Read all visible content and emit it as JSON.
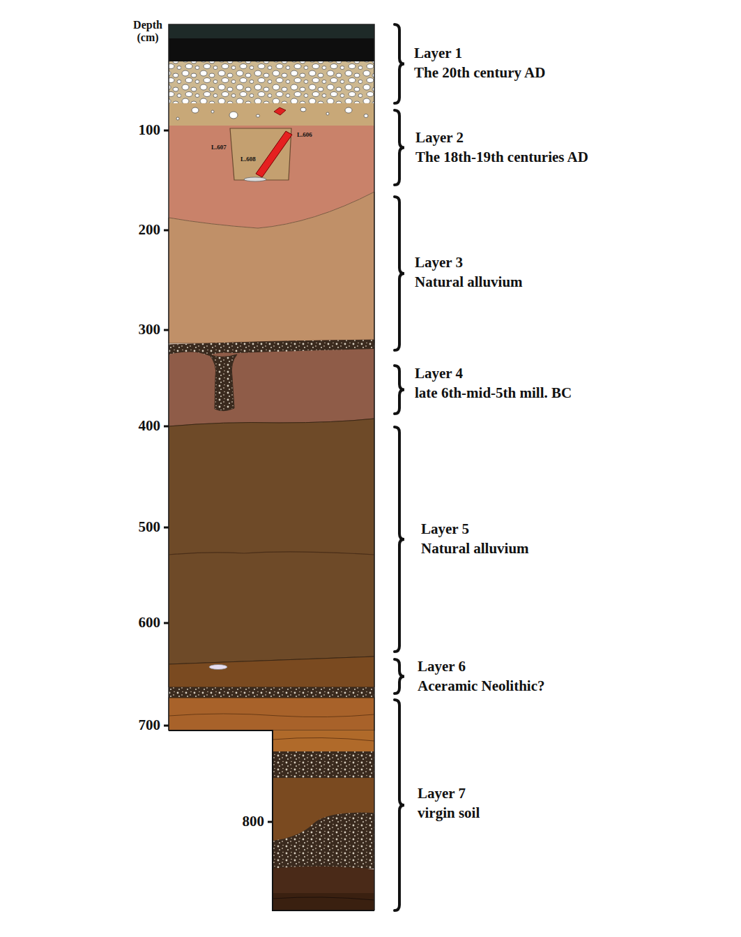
{
  "diagram": {
    "labels": [
      "Depth (cm)",
      "100",
      "200",
      "300",
      "400",
      "500",
      "600",
      "700",
      "800",
      "Layer 1",
      "The 20th century AD",
      "Layer 2",
      "The 18th-19th centuries AD",
      "Layer 3",
      "Natural alluvium",
      "Layer 4",
      "late 6th-mid-5th mill. BC",
      "Layer 5",
      "Natural alluvium",
      "Layer 6",
      "Aceramic Neolithic?",
      "Layer 7",
      "virgin soil",
      "L.606",
      "L.607",
      "L.608"
    ]
  }
}
